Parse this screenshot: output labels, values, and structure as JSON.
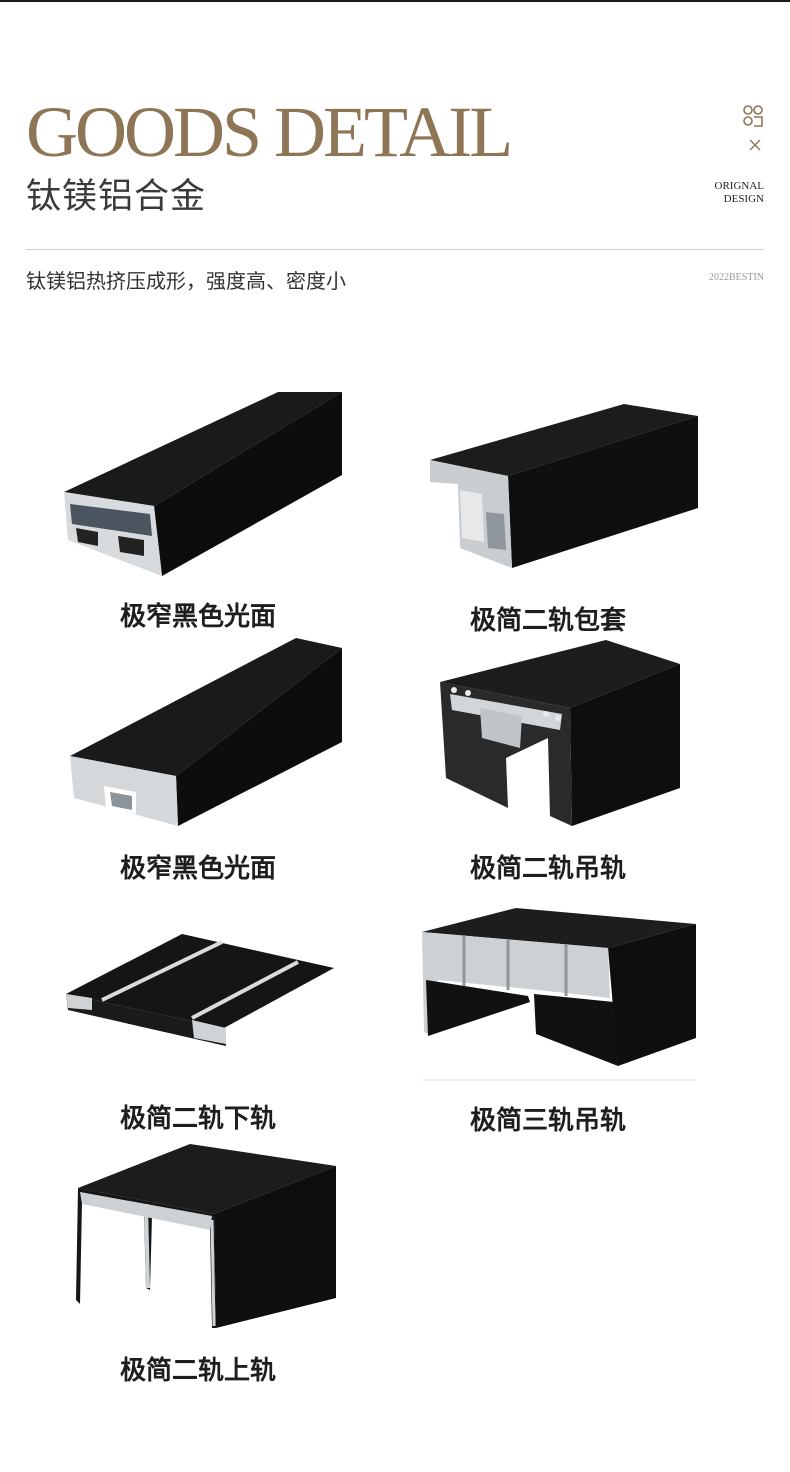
{
  "header": {
    "title": "GOODS DETAIL",
    "subtitle": "钛镁铝合金",
    "brand_line1": "ORIGNAL",
    "brand_line2": "DESIGN"
  },
  "description": "钛镁铝热挤压成形，强度高、密度小",
  "year_mark": "2022BESTIN",
  "colors": {
    "accent": "#8d7556",
    "profile_black": "#111111",
    "aluminum": "#cfd3d6"
  },
  "products": [
    {
      "label": "极窄黑色光面"
    },
    {
      "label": "极简二轨包套"
    },
    {
      "label": "极窄黑色光面"
    },
    {
      "label": "极简二轨吊轨"
    },
    {
      "label": "极简二轨下轨"
    },
    {
      "label": "极简三轨吊轨"
    },
    {
      "label": "极简二轨上轨"
    }
  ]
}
